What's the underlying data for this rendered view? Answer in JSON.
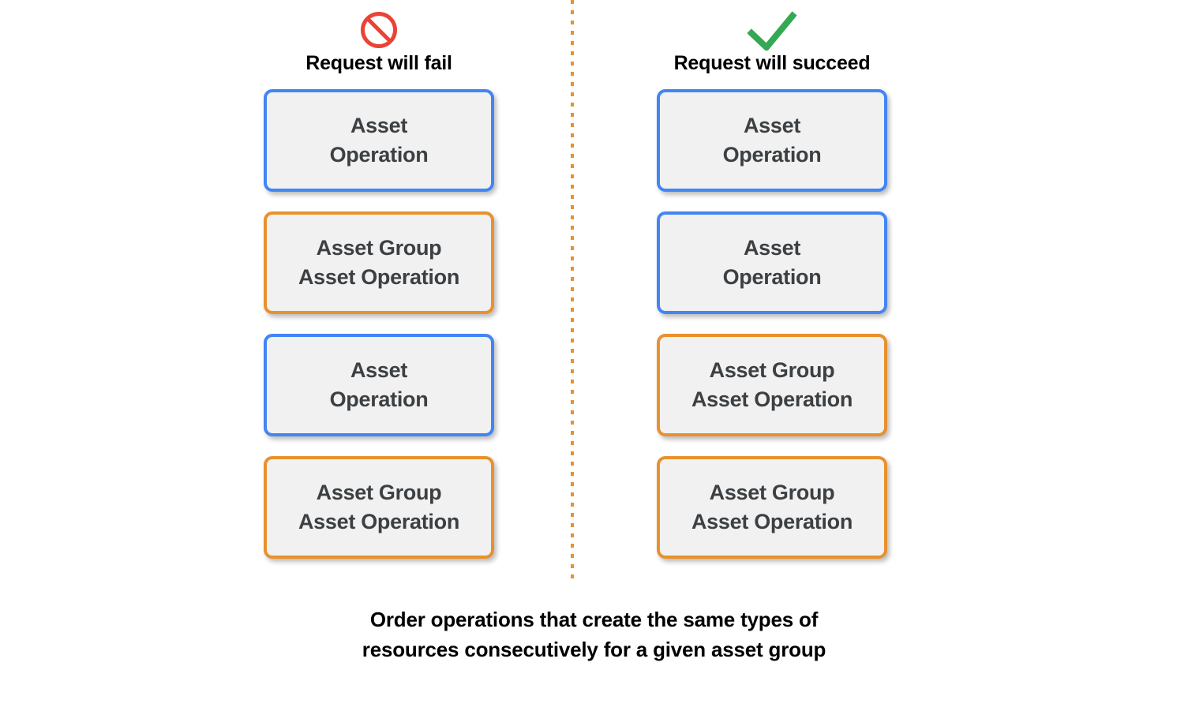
{
  "diagram": {
    "columns": [
      {
        "id": "fail",
        "icon": "prohibition-icon",
        "icon_color": "#ea4335",
        "label": "Request will fail",
        "cards": [
          {
            "text": "Asset\nOperation",
            "type": "blue",
            "color": "#4285f4"
          },
          {
            "text": "Asset Group\nAsset Operation",
            "type": "orange",
            "color": "#e8912d"
          },
          {
            "text": "Asset\nOperation",
            "type": "blue",
            "color": "#4285f4"
          },
          {
            "text": "Asset Group\nAsset Operation",
            "type": "orange",
            "color": "#e8912d"
          }
        ]
      },
      {
        "id": "succeed",
        "icon": "checkmark-icon",
        "icon_color": "#34a853",
        "label": "Request will succeed",
        "cards": [
          {
            "text": "Asset\nOperation",
            "type": "blue",
            "color": "#4285f4"
          },
          {
            "text": "Asset\nOperation",
            "type": "blue",
            "color": "#4285f4"
          },
          {
            "text": "Asset Group\nAsset Operation",
            "type": "orange",
            "color": "#e8912d"
          },
          {
            "text": "Asset Group\nAsset Operation",
            "type": "orange",
            "color": "#e8912d"
          }
        ]
      }
    ],
    "divider": {
      "color": "#e8912d",
      "style": "dotted"
    },
    "caption": {
      "line1": "Order operations that create the same types of",
      "line2": "resources consecutively for a given asset group"
    },
    "palette": {
      "blue": "#4285f4",
      "orange": "#e8912d",
      "card_fill": "#f1f1f1",
      "card_text": "#3c4043",
      "red": "#ea4335",
      "green": "#34a853",
      "background": "#ffffff"
    }
  }
}
